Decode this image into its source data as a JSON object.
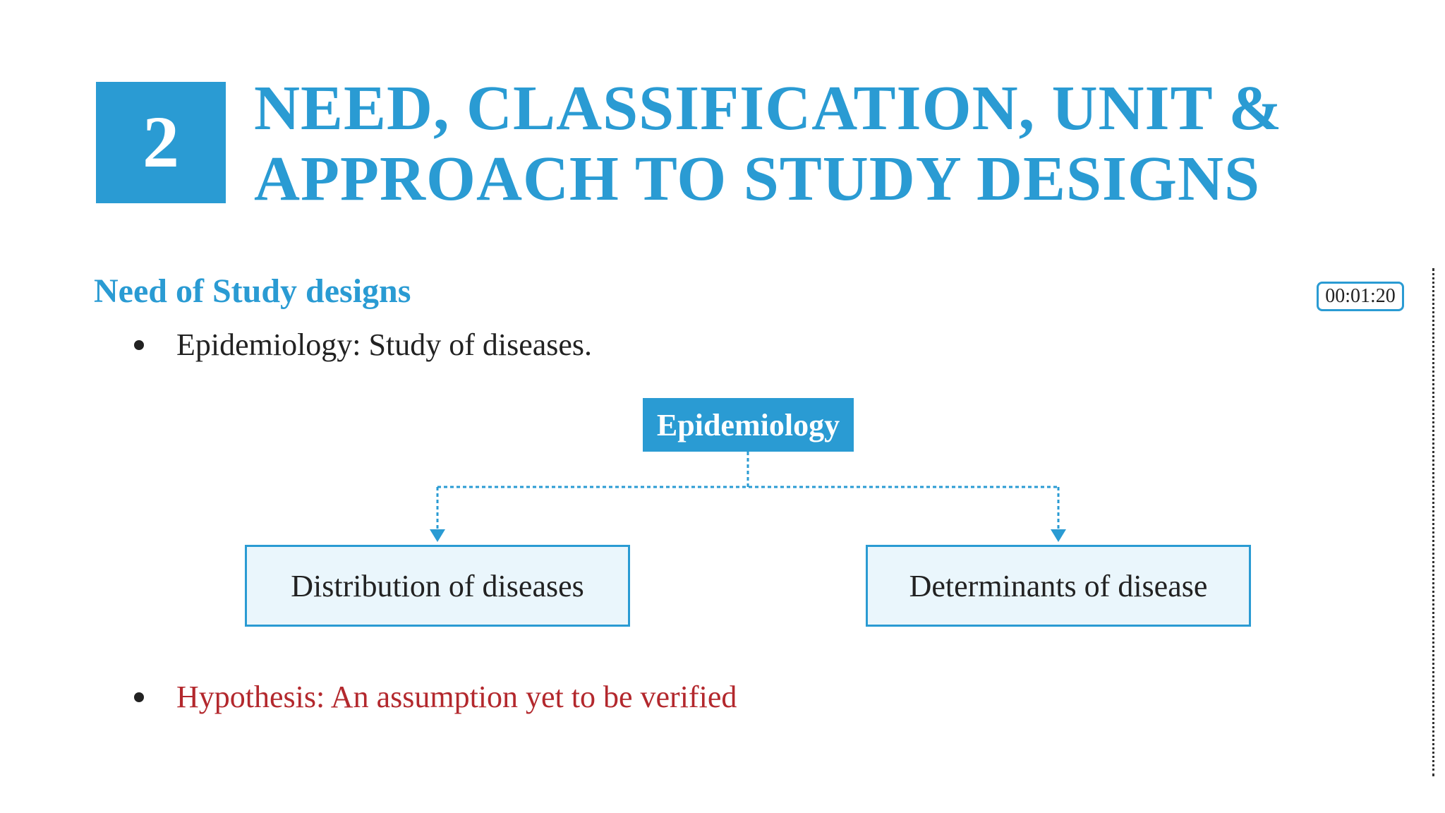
{
  "chapter": {
    "number": "2",
    "title_line_1": "NEED, CLASSIFICATION, UNIT &",
    "title_line_2": "APPROACH TO STUDY DESIGNS"
  },
  "section": {
    "heading": "Need of Study designs"
  },
  "timestamp": "00:01:20",
  "bullets": [
    {
      "text": "Epidemiology: Study of diseases."
    },
    {
      "text": "Hypothesis: An assumption yet to be verified"
    }
  ],
  "diagram": {
    "root": "Epidemiology",
    "children": [
      {
        "label": "Distribution of diseases"
      },
      {
        "label": "Determinants of disease"
      }
    ]
  },
  "colors": {
    "accent_blue": "#2a9bd3",
    "child_fill": "#eaf6fc",
    "hypothesis_red": "#b3282d",
    "body_text": "#222222"
  }
}
